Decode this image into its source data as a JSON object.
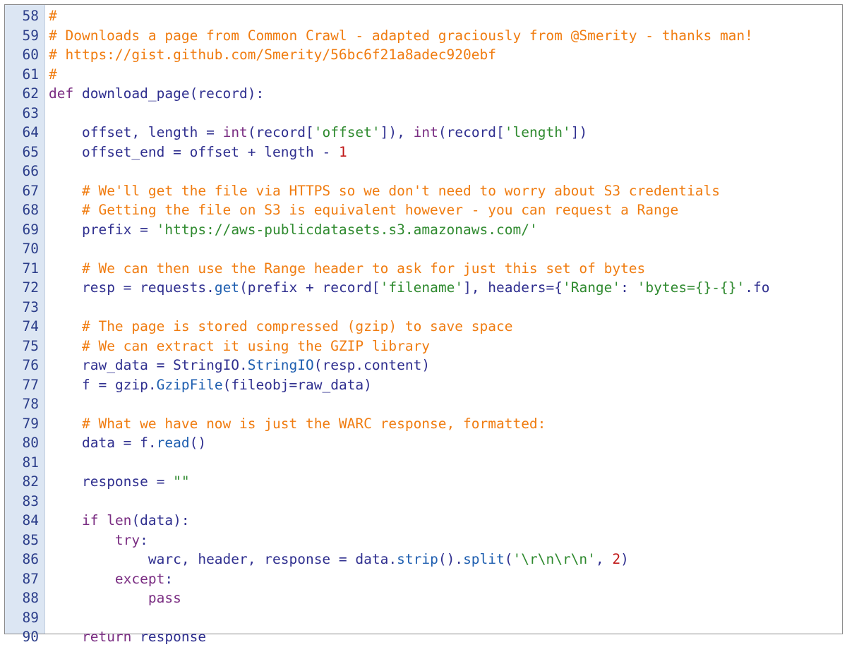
{
  "editor": {
    "lines": [
      {
        "n": "58",
        "indent": 0,
        "tokens": [
          [
            "cm",
            "#"
          ]
        ]
      },
      {
        "n": "59",
        "indent": 0,
        "tokens": [
          [
            "cm",
            "# Downloads a page from Common Crawl - adapted graciously from @Smerity - thanks man!"
          ]
        ]
      },
      {
        "n": "60",
        "indent": 0,
        "tokens": [
          [
            "cm",
            "# https://gist.github.com/Smerity/56bc6f21a8adec920ebf"
          ]
        ]
      },
      {
        "n": "61",
        "indent": 0,
        "tokens": [
          [
            "cm",
            "#"
          ]
        ]
      },
      {
        "n": "62",
        "indent": 0,
        "tokens": [
          [
            "kw",
            "def "
          ],
          [
            "fn",
            "download_page"
          ],
          [
            "plain",
            "(record):"
          ]
        ]
      },
      {
        "n": "63",
        "indent": 0,
        "tokens": []
      },
      {
        "n": "64",
        "indent": 4,
        "tokens": [
          [
            "plain",
            "offset, length "
          ],
          [
            "op",
            "="
          ],
          [
            "plain",
            " "
          ],
          [
            "bi",
            "int"
          ],
          [
            "plain",
            "(record["
          ],
          [
            "st",
            "'offset'"
          ],
          [
            "plain",
            "]), "
          ],
          [
            "bi",
            "int"
          ],
          [
            "plain",
            "(record["
          ],
          [
            "st",
            "'length'"
          ],
          [
            "plain",
            "])"
          ]
        ]
      },
      {
        "n": "65",
        "indent": 4,
        "tokens": [
          [
            "plain",
            "offset_end "
          ],
          [
            "op",
            "="
          ],
          [
            "plain",
            " offset "
          ],
          [
            "op",
            "+"
          ],
          [
            "plain",
            " length "
          ],
          [
            "op",
            "-"
          ],
          [
            "plain",
            " "
          ],
          [
            "nu",
            "1"
          ]
        ]
      },
      {
        "n": "66",
        "indent": 0,
        "tokens": []
      },
      {
        "n": "67",
        "indent": 4,
        "tokens": [
          [
            "cm",
            "# We'll get the file via HTTPS so we don't need to worry about S3 credentials"
          ]
        ]
      },
      {
        "n": "68",
        "indent": 4,
        "tokens": [
          [
            "cm",
            "# Getting the file on S3 is equivalent however - you can request a Range"
          ]
        ]
      },
      {
        "n": "69",
        "indent": 4,
        "tokens": [
          [
            "plain",
            "prefix "
          ],
          [
            "op",
            "="
          ],
          [
            "plain",
            " "
          ],
          [
            "st",
            "'https://aws-publicdatasets.s3.amazonaws.com/'"
          ]
        ]
      },
      {
        "n": "70",
        "indent": 0,
        "tokens": []
      },
      {
        "n": "71",
        "indent": 4,
        "tokens": [
          [
            "cm",
            "# We can then use the Range header to ask for just this set of bytes"
          ]
        ]
      },
      {
        "n": "72",
        "indent": 4,
        "tokens": [
          [
            "plain",
            "resp "
          ],
          [
            "op",
            "="
          ],
          [
            "plain",
            " requests."
          ],
          [
            "mt",
            "get"
          ],
          [
            "plain",
            "(prefix "
          ],
          [
            "op",
            "+"
          ],
          [
            "plain",
            " record["
          ],
          [
            "st",
            "'filename'"
          ],
          [
            "plain",
            "], headers"
          ],
          [
            "op",
            "="
          ],
          [
            "plain",
            "{"
          ],
          [
            "st",
            "'Range'"
          ],
          [
            "plain",
            ": "
          ],
          [
            "st",
            "'bytes={}-{}'"
          ],
          [
            "plain",
            ".fo"
          ]
        ]
      },
      {
        "n": "73",
        "indent": 0,
        "tokens": []
      },
      {
        "n": "74",
        "indent": 4,
        "tokens": [
          [
            "cm",
            "# The page is stored compressed (gzip) to save space"
          ]
        ]
      },
      {
        "n": "75",
        "indent": 4,
        "tokens": [
          [
            "cm",
            "# We can extract it using the GZIP library"
          ]
        ]
      },
      {
        "n": "76",
        "indent": 4,
        "tokens": [
          [
            "plain",
            "raw_data "
          ],
          [
            "op",
            "="
          ],
          [
            "plain",
            " StringIO."
          ],
          [
            "mt",
            "StringIO"
          ],
          [
            "plain",
            "(resp.content)"
          ]
        ]
      },
      {
        "n": "77",
        "indent": 4,
        "tokens": [
          [
            "plain",
            "f "
          ],
          [
            "op",
            "="
          ],
          [
            "plain",
            " gzip."
          ],
          [
            "mt",
            "GzipFile"
          ],
          [
            "plain",
            "(fileobj"
          ],
          [
            "op",
            "="
          ],
          [
            "plain",
            "raw_data)"
          ]
        ]
      },
      {
        "n": "78",
        "indent": 0,
        "tokens": []
      },
      {
        "n": "79",
        "indent": 4,
        "tokens": [
          [
            "cm",
            "# What we have now is just the WARC response, formatted:"
          ]
        ]
      },
      {
        "n": "80",
        "indent": 4,
        "tokens": [
          [
            "plain",
            "data "
          ],
          [
            "op",
            "="
          ],
          [
            "plain",
            " f."
          ],
          [
            "mt",
            "read"
          ],
          [
            "plain",
            "()"
          ]
        ]
      },
      {
        "n": "81",
        "indent": 0,
        "tokens": []
      },
      {
        "n": "82",
        "indent": 4,
        "tokens": [
          [
            "plain",
            "response "
          ],
          [
            "op",
            "="
          ],
          [
            "plain",
            " "
          ],
          [
            "st",
            "\"\""
          ]
        ]
      },
      {
        "n": "83",
        "indent": 0,
        "tokens": []
      },
      {
        "n": "84",
        "indent": 4,
        "tokens": [
          [
            "kw",
            "if "
          ],
          [
            "bi",
            "len"
          ],
          [
            "plain",
            "(data):"
          ]
        ]
      },
      {
        "n": "85",
        "indent": 8,
        "tokens": [
          [
            "kw",
            "try"
          ],
          [
            "plain",
            ":"
          ]
        ]
      },
      {
        "n": "86",
        "indent": 12,
        "tokens": [
          [
            "plain",
            "warc, header, response "
          ],
          [
            "op",
            "="
          ],
          [
            "plain",
            " data."
          ],
          [
            "mt",
            "strip"
          ],
          [
            "plain",
            "()."
          ],
          [
            "mt",
            "split"
          ],
          [
            "plain",
            "("
          ],
          [
            "st",
            "'\\r\\n\\r\\n'"
          ],
          [
            "plain",
            ", "
          ],
          [
            "nu",
            "2"
          ],
          [
            "plain",
            ")"
          ]
        ]
      },
      {
        "n": "87",
        "indent": 8,
        "tokens": [
          [
            "kw",
            "except"
          ],
          [
            "plain",
            ":"
          ]
        ]
      },
      {
        "n": "88",
        "indent": 12,
        "tokens": [
          [
            "kw",
            "pass"
          ]
        ]
      },
      {
        "n": "89",
        "indent": 0,
        "tokens": []
      },
      {
        "n": "90",
        "indent": 4,
        "tokens": [
          [
            "kw",
            "return"
          ],
          [
            "plain",
            " response"
          ]
        ]
      }
    ]
  }
}
